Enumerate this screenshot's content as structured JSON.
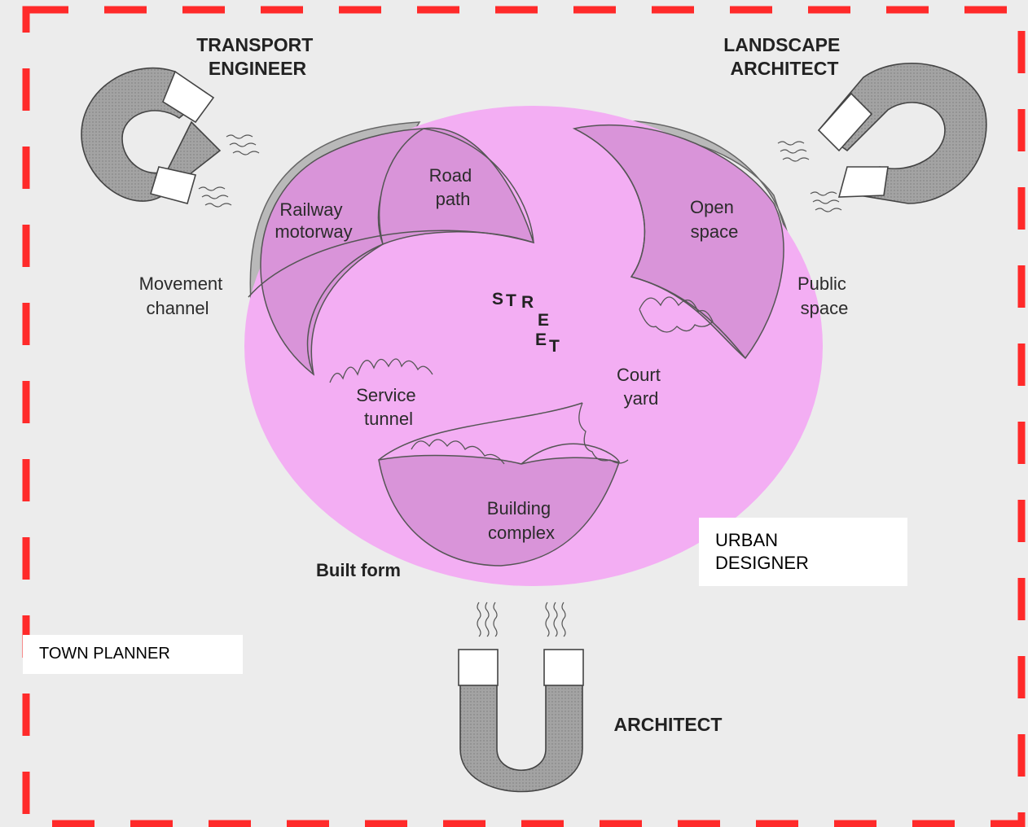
{
  "roles": {
    "transport_engineer": [
      "TRANSPORT",
      "ENGINEER"
    ],
    "landscape_architect": [
      "LANDSCAPE",
      "ARCHITECT"
    ],
    "architect": "ARCHITECT",
    "urban_designer": [
      "URBAN",
      "DESIGNER"
    ],
    "town_planner": "TOWN PLANNER"
  },
  "labels": {
    "railway": [
      "Railway",
      "motorway"
    ],
    "road": [
      "Road",
      "path"
    ],
    "open_space": [
      "Open",
      "space"
    ],
    "movement": [
      "Movement",
      "channel"
    ],
    "public": [
      "Public",
      "space"
    ],
    "service": [
      "Service",
      "tunnel"
    ],
    "court": [
      "Court",
      "yard"
    ],
    "building": [
      "Building",
      "complex"
    ],
    "built_form": "Built form"
  },
  "street_letters": [
    "S",
    "T",
    "R",
    "E",
    "E",
    "T"
  ],
  "colors": {
    "circle_fill": "#f3aef3",
    "lens_fill": "#d994d9",
    "magnet_body": "#9a9a9a",
    "frame_dash": "#ff2a2a",
    "line": "#555555"
  }
}
